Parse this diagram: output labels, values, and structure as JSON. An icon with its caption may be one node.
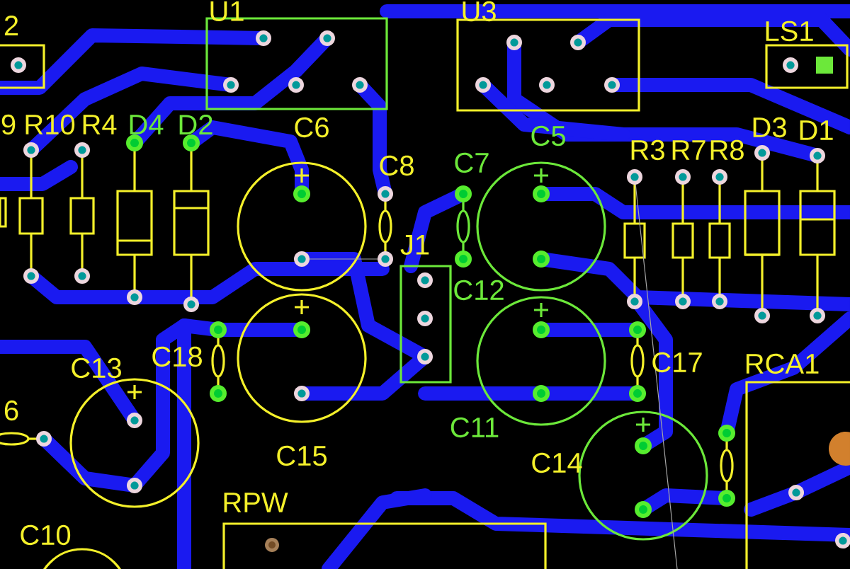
{
  "diagram": {
    "labels": [
      "2",
      "U1",
      "U3",
      "LS1",
      "9",
      "R10",
      "R4",
      "D4",
      "D2",
      "C6",
      "C5",
      "R3",
      "R7",
      "R8",
      "D3",
      "D1",
      "C8",
      "C7",
      "J1",
      "C12",
      "C18",
      "C13",
      "C17",
      "RCA1",
      "6",
      "C11",
      "C15",
      "C14",
      "RPW",
      "C10"
    ]
  }
}
